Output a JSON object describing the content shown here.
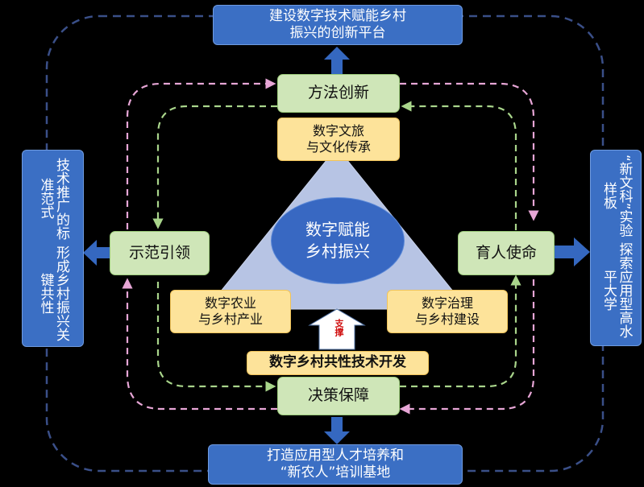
{
  "top_box": "建设数字技术赋能乡村\n振兴的创新平台",
  "bottom_box": "打造应用型人才培养和\n“新农人”培训基地",
  "left_box": [
    "技术推广的标准范式",
    "形成乡村振兴关键共性"
  ],
  "right_box": [
    "“新文科”实验样板",
    "探索应用型高水平大学"
  ],
  "green": {
    "top": "方法创新",
    "left": "示范引领",
    "right": "育人使命",
    "bottom": "决策保障"
  },
  "yellow": {
    "top": "数字文旅\n与文化传承",
    "left": "数字农业\n与乡村产业",
    "right": "数字治理\n与乡村建设",
    "base": "数字乡村共性技术开发"
  },
  "center": "数字赋能\n乡村振兴",
  "support_label": "支撑",
  "colors": {
    "blue_box": "#3b6fc4",
    "green_box": "#cfe6b8",
    "yellow_box": "#fde39a",
    "triangle": "#b7c4e4",
    "pink_dash": "#e7a6d6",
    "green_dash": "#a9d58b",
    "navy_dash": "#3a4f88",
    "arrow": "#3568c0"
  }
}
